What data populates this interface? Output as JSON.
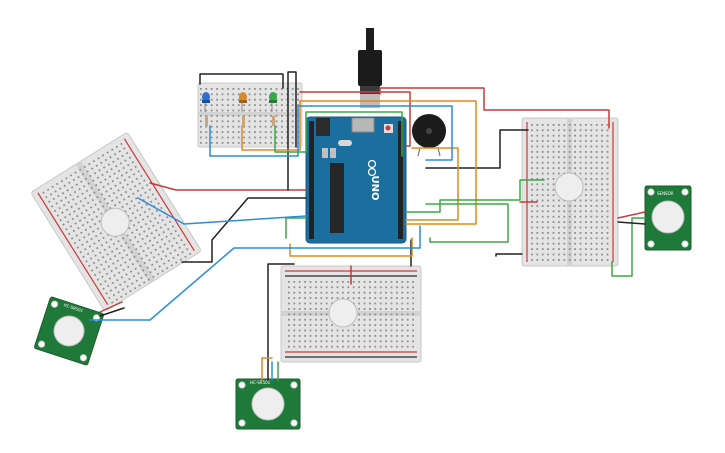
{
  "board": {
    "name": "UNO",
    "brand_icon": "arduino-infinity-icon"
  },
  "pir_sensor": {
    "pcb_labels": [
      "HC-SR501",
      "SENSOR"
    ]
  },
  "colors": {
    "breadboard": "#e4e4e4",
    "pcb_green": "#1f7a3a",
    "arduino_blue": "#1b6f9e",
    "wire_red": "#c83a3a",
    "wire_black": "#222222",
    "wire_orange": "#e0891f",
    "wire_blue": "#2b8ed8",
    "wire_green": "#3aa845"
  },
  "components": {
    "leds": [
      "blue",
      "orange",
      "green"
    ],
    "buzzer": "piezo-buzzer",
    "usb": "usb-b-cable"
  }
}
